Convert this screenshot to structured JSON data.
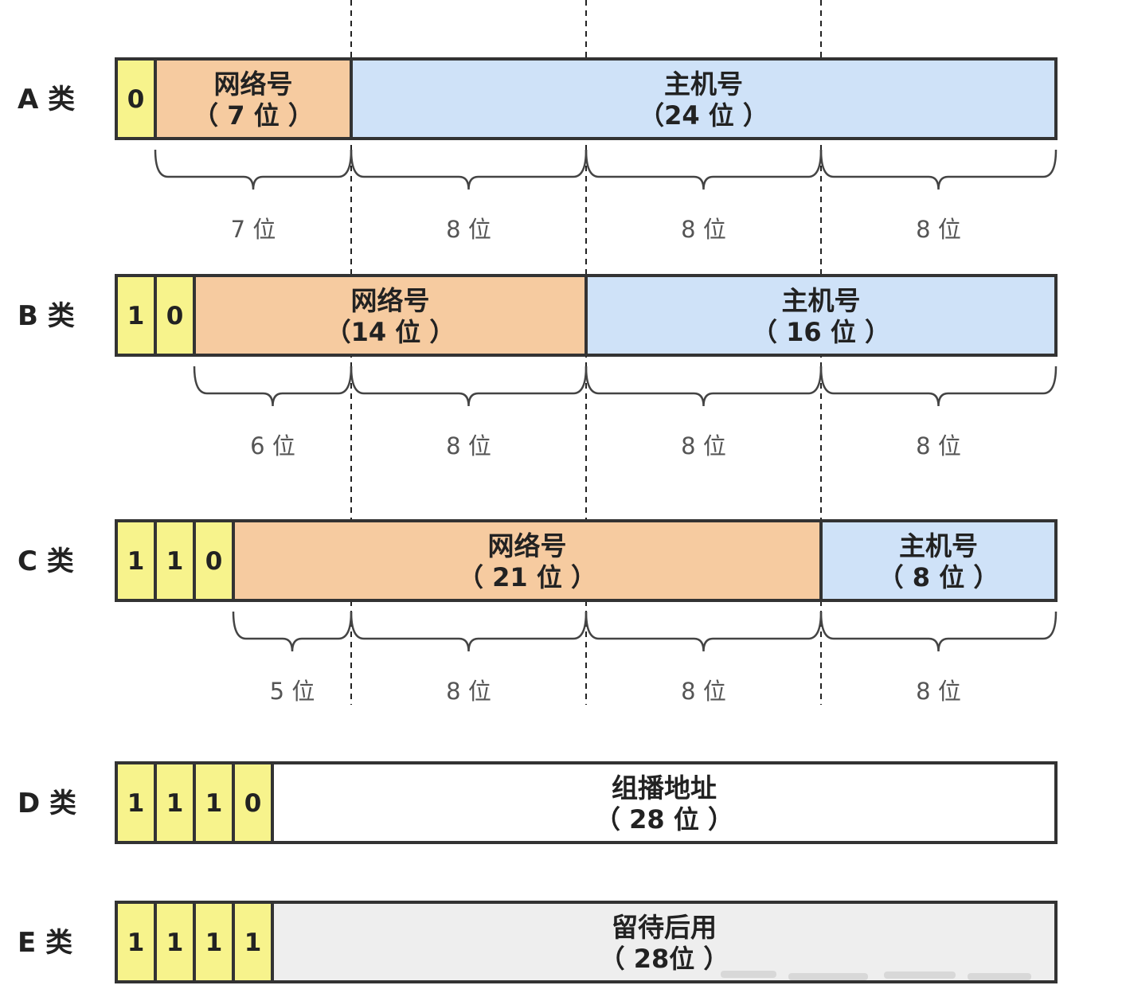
{
  "colors": {
    "bit": "#f7f38c",
    "network": "#f6cba0",
    "host": "#cfe2f8",
    "multicast": "#ffffff",
    "reserved": "#eeeeee"
  },
  "rows": [
    {
      "id": "a",
      "label": "A 类",
      "bits": [
        "0"
      ],
      "fields": [
        {
          "kind": "network",
          "title": "网络号",
          "sub": "（ 7 位 ）",
          "bits": 7
        },
        {
          "kind": "host",
          "title": "主机号",
          "sub": "（24 位 ）",
          "bits": 24
        }
      ],
      "braces": [
        "7 位",
        "8 位",
        "8 位",
        "8 位"
      ]
    },
    {
      "id": "b",
      "label": "B 类",
      "bits": [
        "1",
        "0"
      ],
      "fields": [
        {
          "kind": "network",
          "title": "网络号",
          "sub": "（14 位 ）",
          "bits": 14
        },
        {
          "kind": "host",
          "title": "主机号",
          "sub": "（ 16 位 ）",
          "bits": 16
        }
      ],
      "braces": [
        "6 位",
        "8 位",
        "8 位",
        "8 位"
      ]
    },
    {
      "id": "c",
      "label": "C 类",
      "bits": [
        "1",
        "1",
        "0"
      ],
      "fields": [
        {
          "kind": "network",
          "title": "网络号",
          "sub": "（ 21 位 ）",
          "bits": 21
        },
        {
          "kind": "host",
          "title": "主机号",
          "sub": "（ 8 位 ）",
          "bits": 8
        }
      ],
      "braces": [
        "5 位",
        "8 位",
        "8 位",
        "8 位"
      ]
    },
    {
      "id": "d",
      "label": "D 类",
      "bits": [
        "1",
        "1",
        "1",
        "0"
      ],
      "fields": [
        {
          "kind": "multicast",
          "title": "组播地址",
          "sub": "（ 28 位 ）",
          "bits": 28
        }
      ],
      "braces": []
    },
    {
      "id": "e",
      "label": "E 类",
      "bits": [
        "1",
        "1",
        "1",
        "1"
      ],
      "fields": [
        {
          "kind": "reserved",
          "title": "留待后用",
          "sub": "（ 28位 ）",
          "bits": 28
        }
      ],
      "braces": []
    }
  ]
}
